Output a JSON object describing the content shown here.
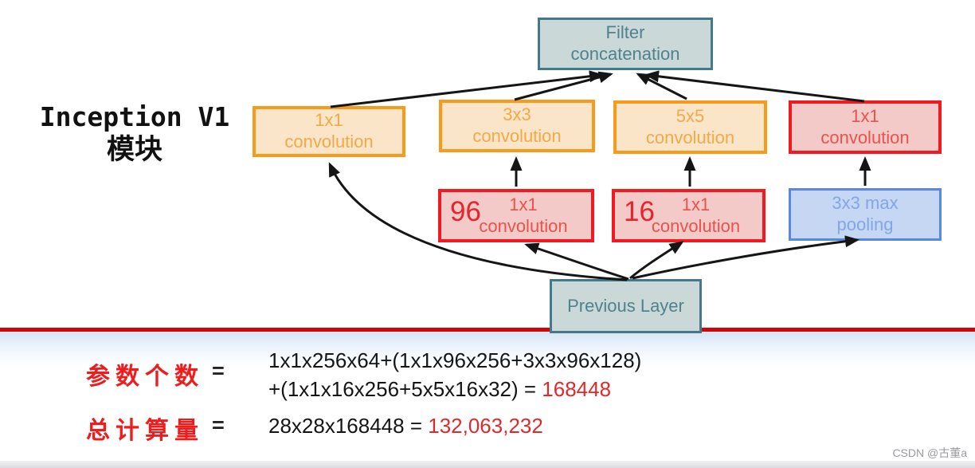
{
  "title": {
    "line1": "Inception V1",
    "line2": "模块"
  },
  "diagram": {
    "filter_concat": {
      "line1": "Filter",
      "line2": "concatenation"
    },
    "branches": [
      {
        "line1": "1x1",
        "line2": "convolution"
      },
      {
        "line1": "3x3",
        "line2": "convolution"
      },
      {
        "line1": "5x5",
        "line2": "convolution"
      },
      {
        "line1": "1x1",
        "line2": "convolution"
      }
    ],
    "reducers": [
      {
        "number": "96",
        "line1": "1x1",
        "line2": "convolution"
      },
      {
        "number": "16",
        "line1": "1x1",
        "line2": "convolution"
      },
      {
        "line1": "3x3 max",
        "line2": "pooling"
      }
    ],
    "previous_layer": "Previous Layer"
  },
  "calc": {
    "params_label": "参数个数",
    "equals": "=",
    "params_line1": "1x1x256x64+(1x1x96x256+3x3x96x128)",
    "params_line2": "+(1x1x16x256+5x5x16x32) = ",
    "params_result": "168448",
    "flops_label": "总计算量",
    "flops_expr": "28x28x168448 = ",
    "flops_result": "132,063,232"
  },
  "watermark": "CSDN @古董a",
  "colors": {
    "orange_border": "#F89B1B",
    "orange_fill": "#FBE5C9",
    "red_border": "#F01A20",
    "red_fill": "#F3CAC7",
    "blue_border": "#5C87DE",
    "blue_fill": "#C5D7F3",
    "teal_border": "#44798B",
    "teal_fill": "#CBD8D8",
    "divider_red": "#CE0606",
    "label_red": "#EE1C1C",
    "formula_red": "#E02A2A",
    "arrow_black": "#151515"
  }
}
